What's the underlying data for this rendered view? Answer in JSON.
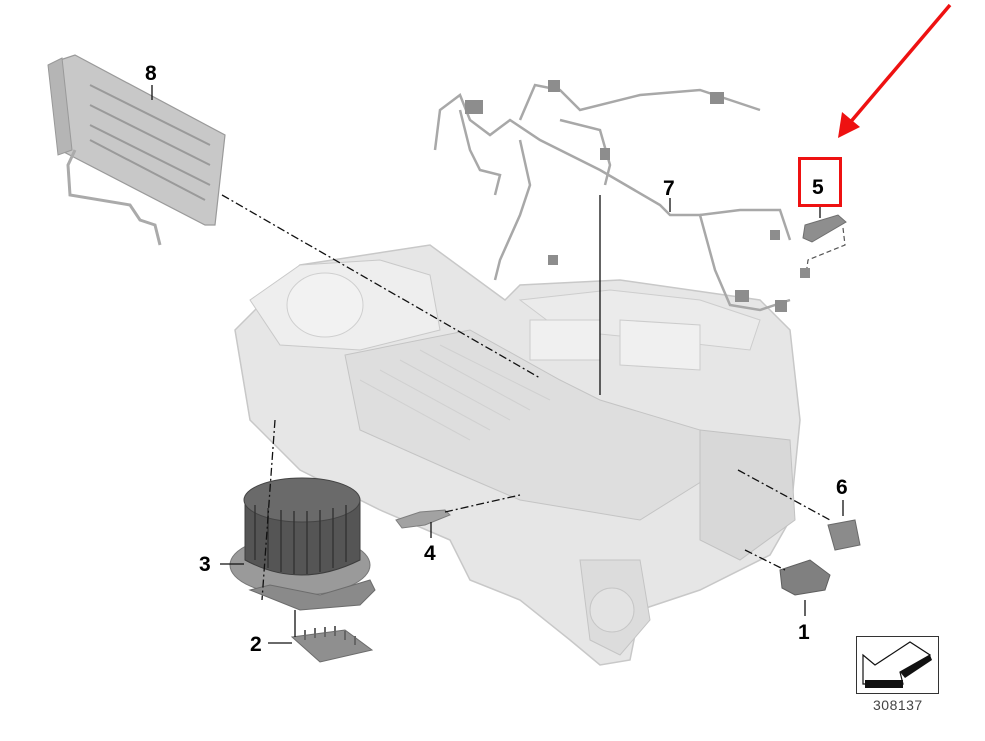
{
  "diagram": {
    "type": "exploded parts diagram",
    "subject": "HVAC heater / blower housing assembly",
    "reference_number": "308137",
    "highlight_color": "#ee1111",
    "highlighted_part": "5",
    "parts": [
      {
        "number": "1",
        "description": "actuator (lower right)"
      },
      {
        "number": "2",
        "description": "blower resistor / regulator"
      },
      {
        "number": "3",
        "description": "blower motor with fan wheel"
      },
      {
        "number": "4",
        "description": "temperature sensor"
      },
      {
        "number": "5",
        "description": "sensor with connector (highlighted)"
      },
      {
        "number": "6",
        "description": "actuator (right)"
      },
      {
        "number": "7",
        "description": "wiring harness"
      },
      {
        "number": "8",
        "description": "heater core / heat exchanger"
      }
    ]
  },
  "labels": {
    "p1": "1",
    "p2": "2",
    "p3": "3",
    "p4": "4",
    "p5": "5",
    "p6": "6",
    "p7": "7",
    "p8": "8"
  },
  "footer": {
    "ref": "308137"
  }
}
